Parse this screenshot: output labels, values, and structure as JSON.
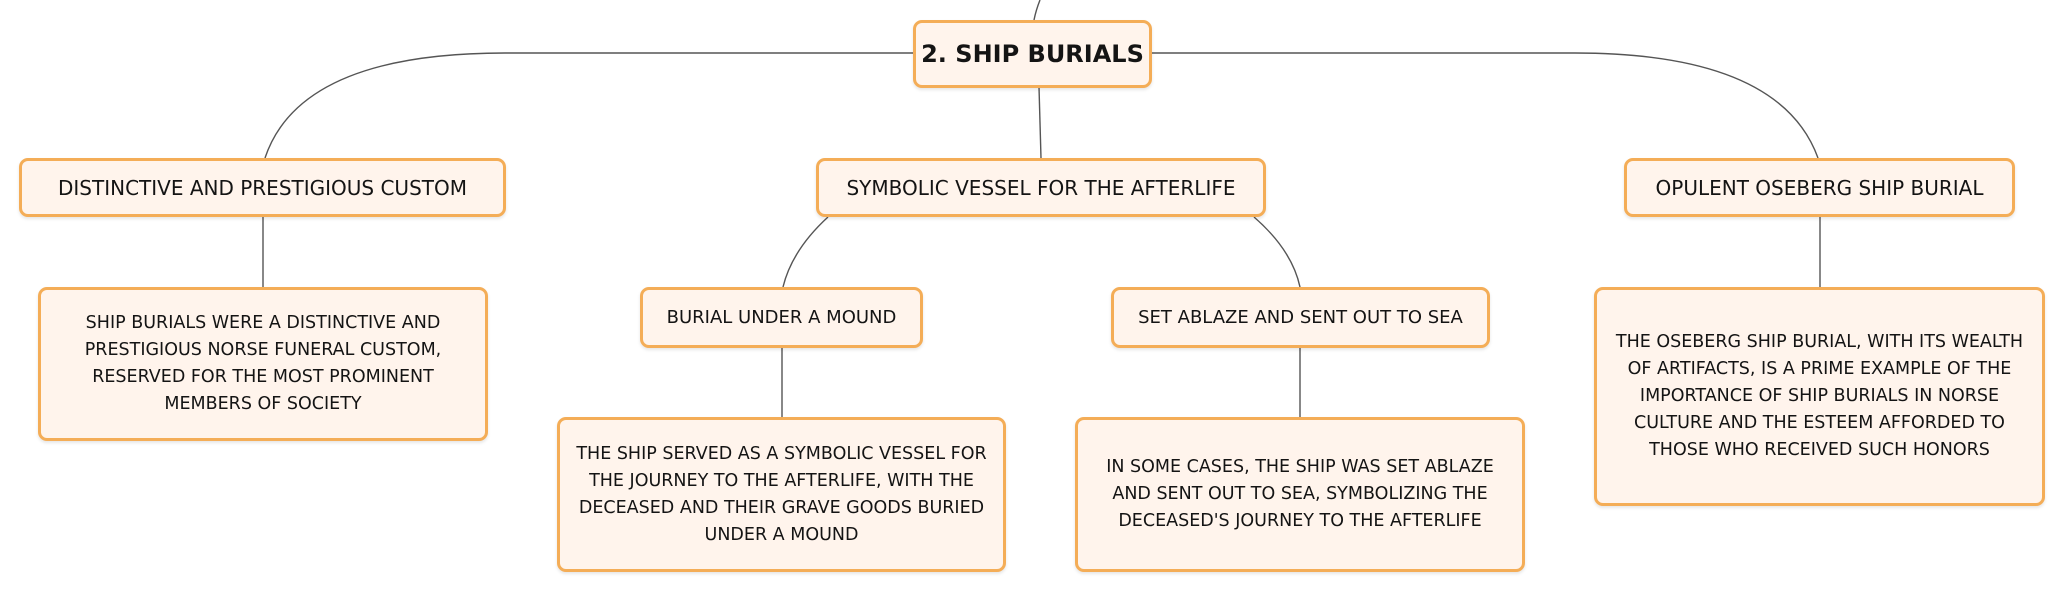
{
  "root": {
    "label": "2. SHIP BURIALS"
  },
  "branches": [
    {
      "label": "DISTINCTIVE AND PRESTIGIOUS CUSTOM"
    },
    {
      "label": "SYMBOLIC VESSEL FOR THE AFTERLIFE"
    },
    {
      "label": "OPULENT OSEBERG SHIP BURIAL"
    }
  ],
  "sub_branches": [
    {
      "label": "BURIAL UNDER A MOUND"
    },
    {
      "label": "SET ABLAZE AND SENT OUT TO SEA"
    }
  ],
  "details": [
    {
      "text": "SHIP BURIALS WERE A DISTINCTIVE AND PRESTIGIOUS NORSE FUNERAL CUSTOM, RESERVED FOR THE MOST PROMINENT MEMBERS OF SOCIETY"
    },
    {
      "text": "THE SHIP SERVED AS A SYMBOLIC VESSEL FOR THE JOURNEY TO THE AFTERLIFE, WITH THE DECEASED AND THEIR GRAVE GOODS BURIED UNDER A MOUND"
    },
    {
      "text": "IN SOME CASES, THE SHIP WAS SET ABLAZE AND SENT OUT TO SEA, SYMBOLIZING THE DECEASED'S JOURNEY TO THE AFTERLIFE"
    },
    {
      "text": "THE OSEBERG SHIP BURIAL, WITH ITS WEALTH OF ARTIFACTS, IS A PRIME EXAMPLE OF THE IMPORTANCE OF SHIP BURIALS IN NORSE CULTURE AND THE ESTEEM AFFORDED TO THOSE WHO RECEIVED SUCH HONORS"
    }
  ],
  "colors": {
    "node_fill": "#fff4ec",
    "node_border": "#f4ad57",
    "connector": "#555555"
  }
}
